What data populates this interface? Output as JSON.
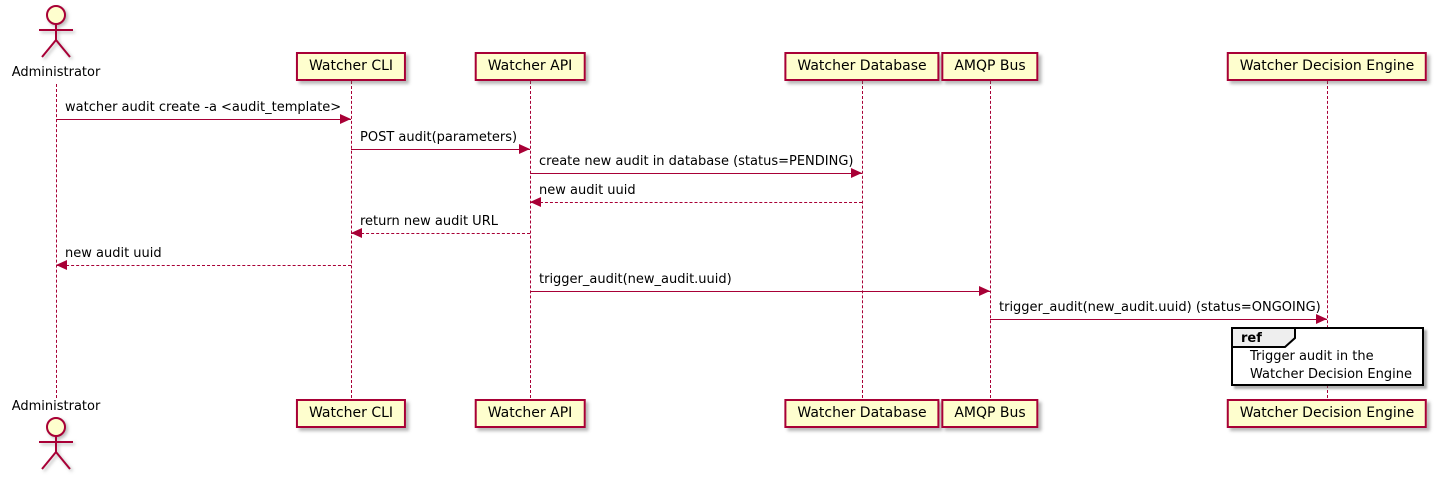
{
  "diagram": {
    "type": "sequence-diagram",
    "actors": [
      {
        "id": "administrator",
        "label": "Administrator",
        "kind": "actor"
      },
      {
        "id": "watcher-cli",
        "label": "Watcher CLI",
        "kind": "participant"
      },
      {
        "id": "watcher-api",
        "label": "Watcher API",
        "kind": "participant"
      },
      {
        "id": "watcher-database",
        "label": "Watcher Database",
        "kind": "participant"
      },
      {
        "id": "amqp-bus",
        "label": "AMQP Bus",
        "kind": "participant"
      },
      {
        "id": "watcher-decision-engine",
        "label": "Watcher Decision Engine",
        "kind": "participant"
      }
    ],
    "messages": [
      {
        "from": "administrator",
        "to": "watcher-cli",
        "label": "watcher audit create -a <audit_template>",
        "style": "solid"
      },
      {
        "from": "watcher-cli",
        "to": "watcher-api",
        "label": "POST audit(parameters)",
        "style": "solid"
      },
      {
        "from": "watcher-api",
        "to": "watcher-database",
        "label": "create new audit in database (status=PENDING)",
        "style": "solid"
      },
      {
        "from": "watcher-database",
        "to": "watcher-api",
        "label": "new audit uuid",
        "style": "dashed"
      },
      {
        "from": "watcher-api",
        "to": "watcher-cli",
        "label": "return new audit URL",
        "style": "dashed"
      },
      {
        "from": "watcher-cli",
        "to": "administrator",
        "label": "new audit uuid",
        "style": "dashed"
      },
      {
        "from": "watcher-api",
        "to": "amqp-bus",
        "label": "trigger_audit(new_audit.uuid)",
        "style": "solid"
      },
      {
        "from": "amqp-bus",
        "to": "watcher-decision-engine",
        "label": "trigger_audit(new_audit.uuid) (status=ONGOING)",
        "style": "solid"
      }
    ],
    "ref": {
      "tag": "ref",
      "over": "watcher-decision-engine",
      "lines": [
        "Trigger audit in the",
        "Watcher Decision Engine"
      ]
    },
    "colors": {
      "accent": "#A80036",
      "participant_fill": "#FEFECE",
      "text": "#000000",
      "ref_tab_fill": "#EEEEEE",
      "ref_border": "#000000",
      "background": "#FFFFFF"
    }
  }
}
